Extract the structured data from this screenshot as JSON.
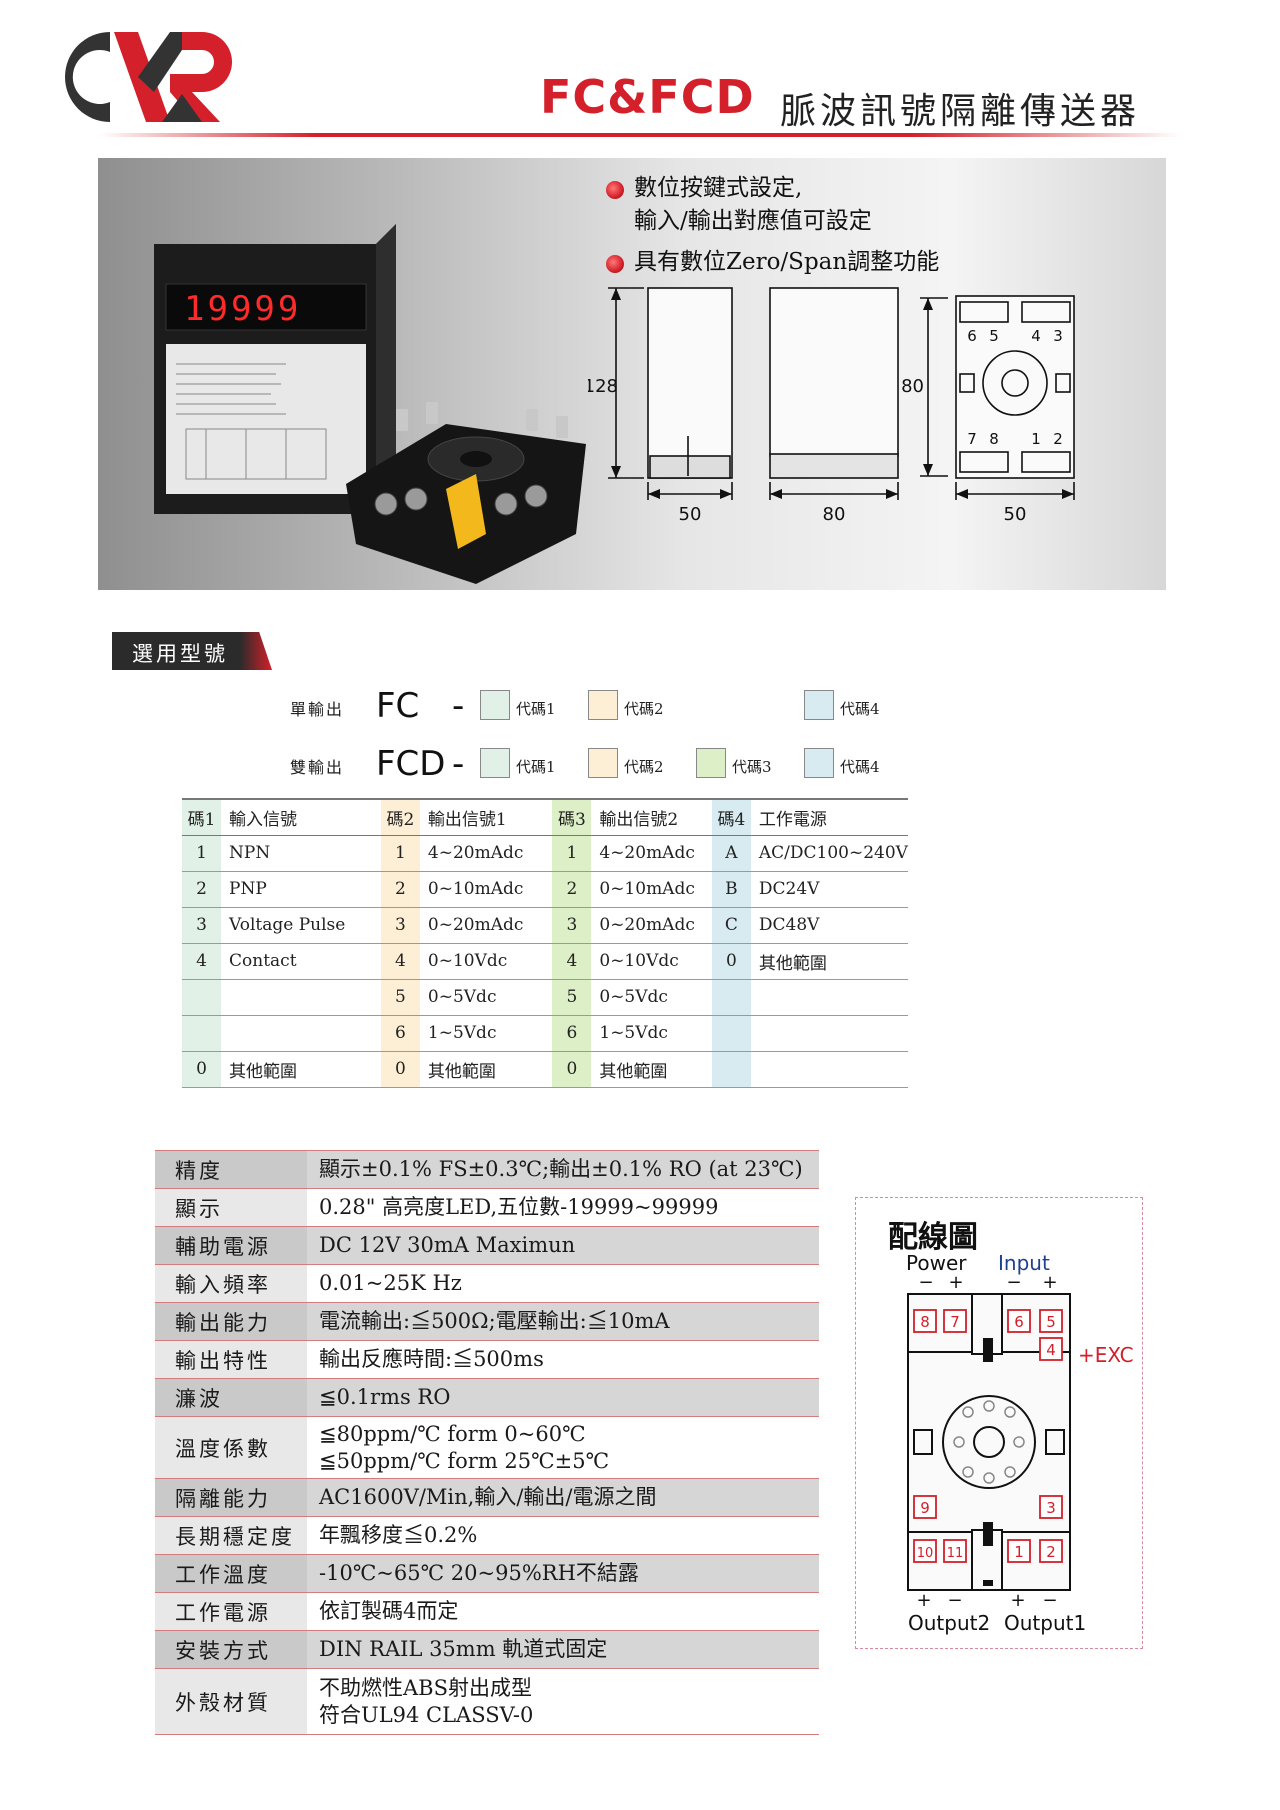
{
  "header": {
    "logo_text": "CXR",
    "title_en": "FC&FCD",
    "title_zh": "脈波訊號隔離傳送器"
  },
  "features": [
    {
      "line1": "數位按鍵式設定,",
      "line2": "輸入/輸出對應值可設定"
    },
    {
      "line1": "具有數位Zero/Span調整功能",
      "line2": ""
    }
  ],
  "device_display": "19999",
  "dimensions": {
    "front_height": "128",
    "front_width": "50",
    "side_width": "80",
    "socket_height": "80",
    "socket_width": "50",
    "socket_pins_top": [
      "6",
      "5",
      "4",
      "3"
    ],
    "socket_pins_bottom": [
      "7",
      "8",
      "1",
      "2"
    ]
  },
  "model_select": {
    "section_title": "選用型號",
    "single": {
      "label": "單輸出",
      "model": "FC",
      "dash": "-",
      "code1": "代碼1",
      "code2": "代碼2",
      "code4": "代碼4"
    },
    "dual": {
      "label": "雙輸出",
      "model": "FCD",
      "dash": "-",
      "code1": "代碼1",
      "code2": "代碼2",
      "code3": "代碼3",
      "code4": "代碼4"
    }
  },
  "code_table": {
    "headers": [
      "碼1",
      "輸入信號",
      "碼2",
      "輸出信號1",
      "碼3",
      "輸出信號2",
      "碼4",
      "工作電源"
    ],
    "rows": [
      [
        "1",
        "NPN",
        "1",
        "4~20mAdc",
        "1",
        "4~20mAdc",
        "A",
        "AC/DC100~240V"
      ],
      [
        "2",
        "PNP",
        "2",
        "0~10mAdc",
        "2",
        "0~10mAdc",
        "B",
        "DC24V"
      ],
      [
        "3",
        "Voltage Pulse",
        "3",
        "0~20mAdc",
        "3",
        "0~20mAdc",
        "C",
        "DC48V"
      ],
      [
        "4",
        "Contact",
        "4",
        "0~10Vdc",
        "4",
        "0~10Vdc",
        "0",
        "其他範圍"
      ],
      [
        "",
        "",
        "5",
        "0~5Vdc",
        "5",
        "0~5Vdc",
        "",
        ""
      ],
      [
        "",
        "",
        "6",
        "1~5Vdc",
        "6",
        "1~5Vdc",
        "",
        ""
      ],
      [
        "0",
        "其他範圍",
        "0",
        "其他範圍",
        "0",
        "其他範圍",
        "",
        ""
      ]
    ]
  },
  "specs": [
    {
      "k": "精度",
      "v": "顯示±0.1% FS±0.3℃;輸出±0.1% RO (at 23℃)"
    },
    {
      "k": "顯示",
      "v": "0.28\" 高亮度LED,五位數-19999~99999"
    },
    {
      "k": "輔助電源",
      "v": "DC 12V 30mA Maximun"
    },
    {
      "k": "輸入頻率",
      "v": "0.01~25K Hz"
    },
    {
      "k": "輸出能力",
      "v": "電流輸出:≦500Ω;電壓輸出:≦10mA"
    },
    {
      "k": "輸出特性",
      "v": "輸出反應時間:≦500ms"
    },
    {
      "k": "濂波",
      "v": "≦0.1rms RO"
    },
    {
      "k": "溫度係數",
      "v": "≦80ppm/℃ form 0~60℃",
      "v2": "≦50ppm/℃ form 25℃±5℃"
    },
    {
      "k": "隔離能力",
      "v": "AC1600V/Min,輸入/輸出/電源之間"
    },
    {
      "k": "長期穩定度",
      "v": "年飄移度≦0.2%"
    },
    {
      "k": "工作溫度",
      "v": "-10℃~65℃ 20~95%RH不結露"
    },
    {
      "k": "工作電源",
      "v": "依訂製碼4而定"
    },
    {
      "k": "安裝方式",
      "v": "DIN RAIL 35mm 軌道式固定"
    },
    {
      "k": "外殼材質",
      "v": "不助燃性ABS射出成型",
      "v2": "符合UL94 CLASSV-0"
    }
  ],
  "wiring": {
    "title": "配線圖",
    "power": "Power",
    "input": "Input",
    "minus": "−",
    "plus": "+",
    "exc": "+EXC",
    "output2": "Output2",
    "output1": "Output1",
    "top_terminals": [
      "8",
      "7",
      "6",
      "5"
    ],
    "terminal_4": "4",
    "terminal_9": "9",
    "terminal_3": "3",
    "bottom_terminals": [
      "10",
      "11",
      "1",
      "2"
    ],
    "brand_red": "#d3202a"
  }
}
